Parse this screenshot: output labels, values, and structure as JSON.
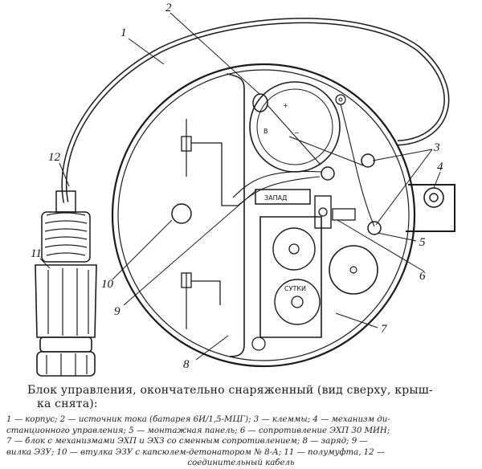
{
  "callouts": [
    "1",
    "2",
    "3",
    "4",
    "5",
    "6",
    "7",
    "8",
    "9",
    "10",
    "11",
    "12"
  ],
  "panel_labels": {
    "plus": "+",
    "minus": "−",
    "b": "В",
    "zapad": "ЗАПАД",
    "sutki": "СУТКИ"
  },
  "caption": {
    "line1": "Блок управления, окончательно снаряженный (вид сверху, крыш-",
    "line2": "ка снята):"
  },
  "legend": {
    "row1": "1 — корпус; 2 — источник тока (батарея 6И/1,5-МЦГ); 3 — клеммы; 4 — механизм ди-",
    "row2": "станционного управления; 5 — монтажная панель; 6 — сопротивление ЭХП 30 МИН;",
    "row3": "7 — блок с механизмами ЭХП и ЭХЗ со сменным сопротивлением; 8 — заряд; 9 —",
    "row4": "вилка ЭЗУ; 10 — втулка ЭЗУ с капсюлем-детонатором № 8-А; 11 — полумуфта, 12 —",
    "row5": "соединительный кабель"
  }
}
